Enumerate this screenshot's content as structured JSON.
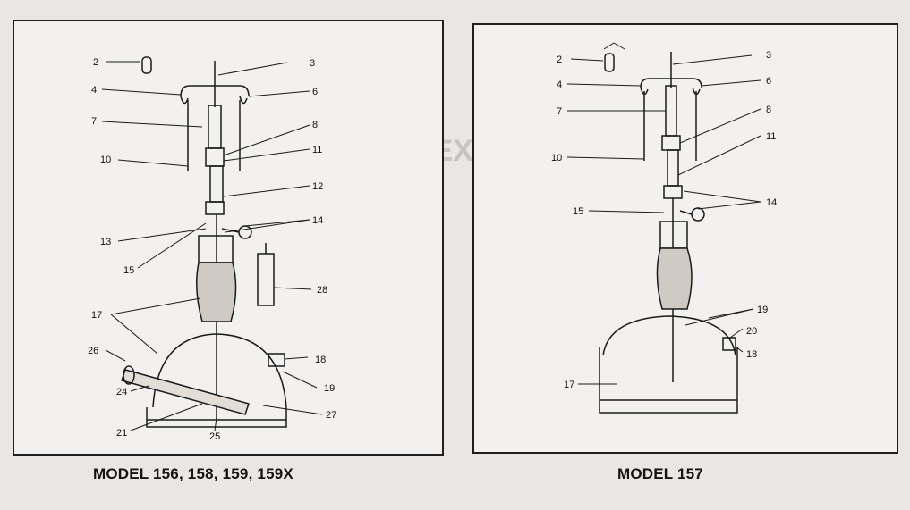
{
  "captions": {
    "left": "MODEL 156, 158, 159, 159X",
    "right": "MODEL 157"
  },
  "left_callouts": [
    "2",
    "3",
    "4",
    "6",
    "7",
    "8",
    "10",
    "11",
    "12",
    "13",
    "14",
    "15",
    "17",
    "18",
    "19",
    "21",
    "24",
    "25",
    "26",
    "27",
    "28"
  ],
  "right_callouts": [
    "2",
    "3",
    "4",
    "6",
    "7",
    "8",
    "10",
    "11",
    "14",
    "15",
    "17",
    "18",
    "19",
    "20"
  ],
  "colors": {
    "ink": "#1a1a1a",
    "paper": "#f3f1ef",
    "page": "#e9e6e3"
  }
}
